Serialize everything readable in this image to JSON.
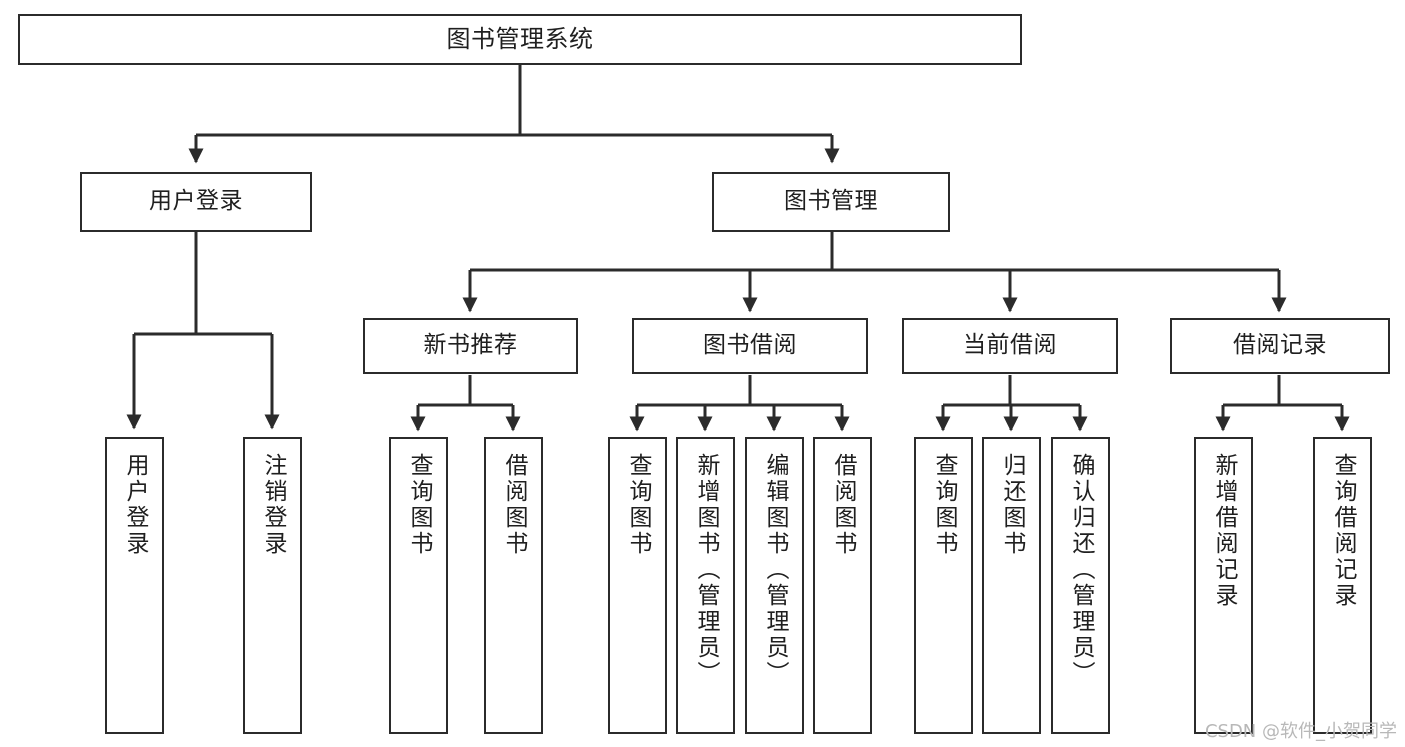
{
  "diagram": {
    "type": "tree",
    "title": "图书管理系统",
    "watermark": "CSDN @软件_小贺同学",
    "colors": {
      "background": "#ffffff",
      "node_fill": "#ffffff",
      "stroke": "#2b2b2b",
      "text": "#1f1f1f",
      "watermark": "#b8b8b8"
    },
    "nodes": {
      "root": {
        "label": "图书管理系统",
        "level": 1,
        "orientation": "horizontal"
      },
      "l2": [
        {
          "id": "user-login",
          "label": "用户登录",
          "level": 2,
          "orientation": "horizontal"
        },
        {
          "id": "book-manage",
          "label": "图书管理",
          "level": 2,
          "orientation": "horizontal"
        }
      ],
      "l3": [
        {
          "id": "new-book-recommend",
          "label": "新书推荐",
          "level": 3,
          "orientation": "horizontal"
        },
        {
          "id": "book-borrow",
          "label": "图书借阅",
          "level": 3,
          "orientation": "horizontal"
        },
        {
          "id": "current-borrow",
          "label": "当前借阅",
          "level": 3,
          "orientation": "horizontal"
        },
        {
          "id": "borrow-record",
          "label": "借阅记录",
          "level": 3,
          "orientation": "horizontal"
        }
      ],
      "leaves": [
        {
          "id": "leaf-user-login",
          "label": "用户登录",
          "parent": "user-login",
          "orientation": "vertical"
        },
        {
          "id": "leaf-logout-login",
          "label": "注销登录",
          "parent": "user-login",
          "orientation": "vertical"
        },
        {
          "id": "leaf-query-book-1",
          "label": "查询图书",
          "parent": "new-book-recommend",
          "orientation": "vertical"
        },
        {
          "id": "leaf-borrow-book-1",
          "label": "借阅图书",
          "parent": "new-book-recommend",
          "orientation": "vertical"
        },
        {
          "id": "leaf-query-book-2",
          "label": "查询图书",
          "parent": "book-borrow",
          "orientation": "vertical"
        },
        {
          "id": "leaf-add-book",
          "label": "新增图书（管理员）",
          "parent": "book-borrow",
          "orientation": "vertical"
        },
        {
          "id": "leaf-edit-book",
          "label": "编辑图书（管理员）",
          "parent": "book-borrow",
          "orientation": "vertical"
        },
        {
          "id": "leaf-borrow-book-2",
          "label": "借阅图书",
          "parent": "book-borrow",
          "orientation": "vertical"
        },
        {
          "id": "leaf-query-book-3",
          "label": "查询图书",
          "parent": "current-borrow",
          "orientation": "vertical"
        },
        {
          "id": "leaf-return-book",
          "label": "归还图书",
          "parent": "current-borrow",
          "orientation": "vertical"
        },
        {
          "id": "leaf-confirm-return",
          "label": "确认归还（管理员）",
          "parent": "current-borrow",
          "orientation": "vertical"
        },
        {
          "id": "leaf-add-record",
          "label": "新增借阅记录",
          "parent": "borrow-record",
          "orientation": "vertical"
        },
        {
          "id": "leaf-query-record",
          "label": "查询借阅记录",
          "parent": "borrow-record",
          "orientation": "vertical"
        }
      ]
    }
  }
}
